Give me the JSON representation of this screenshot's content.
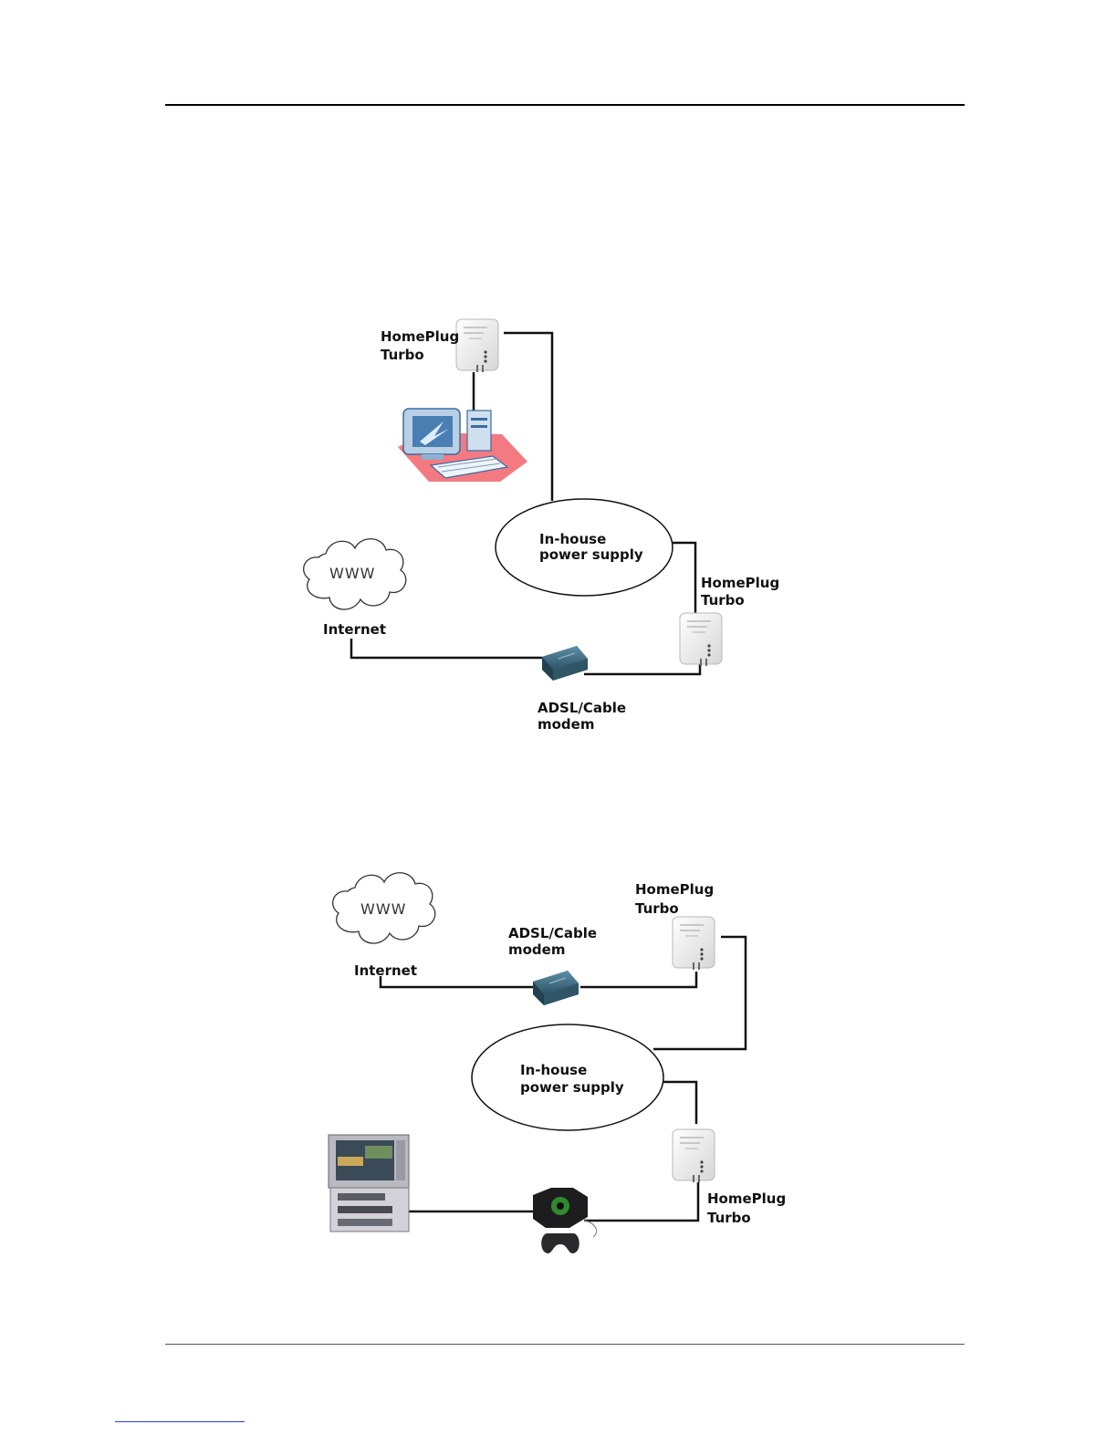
{
  "diagram1": {
    "plug_top_label": [
      "HomePlug",
      "Turbo"
    ],
    "plug_right_label": [
      "HomePlug",
      "Turbo"
    ],
    "power_label": [
      "In-house",
      "power supply"
    ],
    "cloud_text": "WWW",
    "internet_label": "Internet",
    "modem_label": [
      "ADSL/Cable",
      "modem"
    ]
  },
  "diagram2": {
    "cloud_text": "WWW",
    "internet_label": "Internet",
    "modem_label": [
      "ADSL/Cable",
      "modem"
    ],
    "plug_top_label": [
      "HomePlug",
      "Turbo"
    ],
    "power_label": [
      "In-house",
      "power supply"
    ],
    "plug_bottom_label": [
      "HomePlug",
      "Turbo"
    ]
  }
}
